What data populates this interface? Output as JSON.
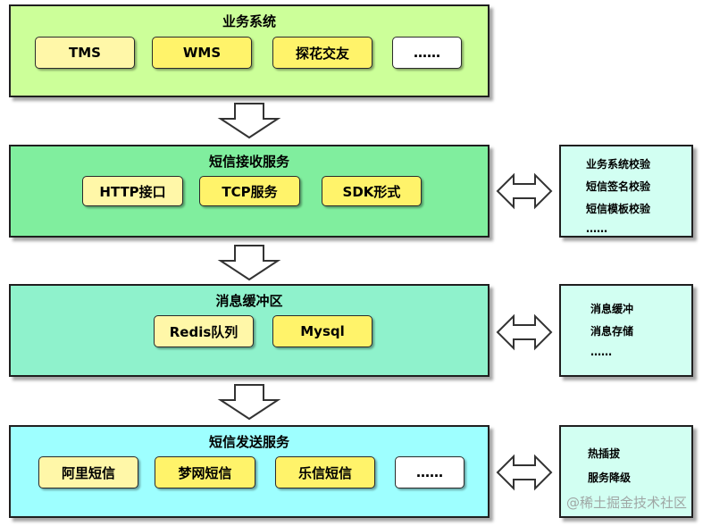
{
  "layers": [
    {
      "title": "业务系统",
      "items": [
        "TMS",
        "WMS",
        "探花交友",
        "……"
      ]
    },
    {
      "title": "短信接收服务",
      "items": [
        "HTTP接口",
        "TCP服务",
        "SDK形式"
      ]
    },
    {
      "title": "消息缓冲区",
      "items": [
        "Redis队列",
        "Mysql"
      ]
    },
    {
      "title": "短信发送服务",
      "items": [
        "阿里短信",
        "梦网短信",
        "乐信短信",
        "……"
      ]
    }
  ],
  "side_boxes": [
    {
      "items": [
        "业务系统校验",
        "短信签名校验",
        "短信模板校验",
        "……"
      ]
    },
    {
      "items": [
        "消息缓冲",
        "消息存储",
        "……"
      ]
    },
    {
      "items": [
        "热插拔",
        "服务降级"
      ]
    }
  ],
  "colors": {
    "layer1": "#ccff99",
    "layer2": "#80ee9e",
    "layer3": "#8ff2cc",
    "layer4": "#9effff",
    "side": "#d2fff2"
  },
  "watermark": "@稀土掘金技术社区"
}
